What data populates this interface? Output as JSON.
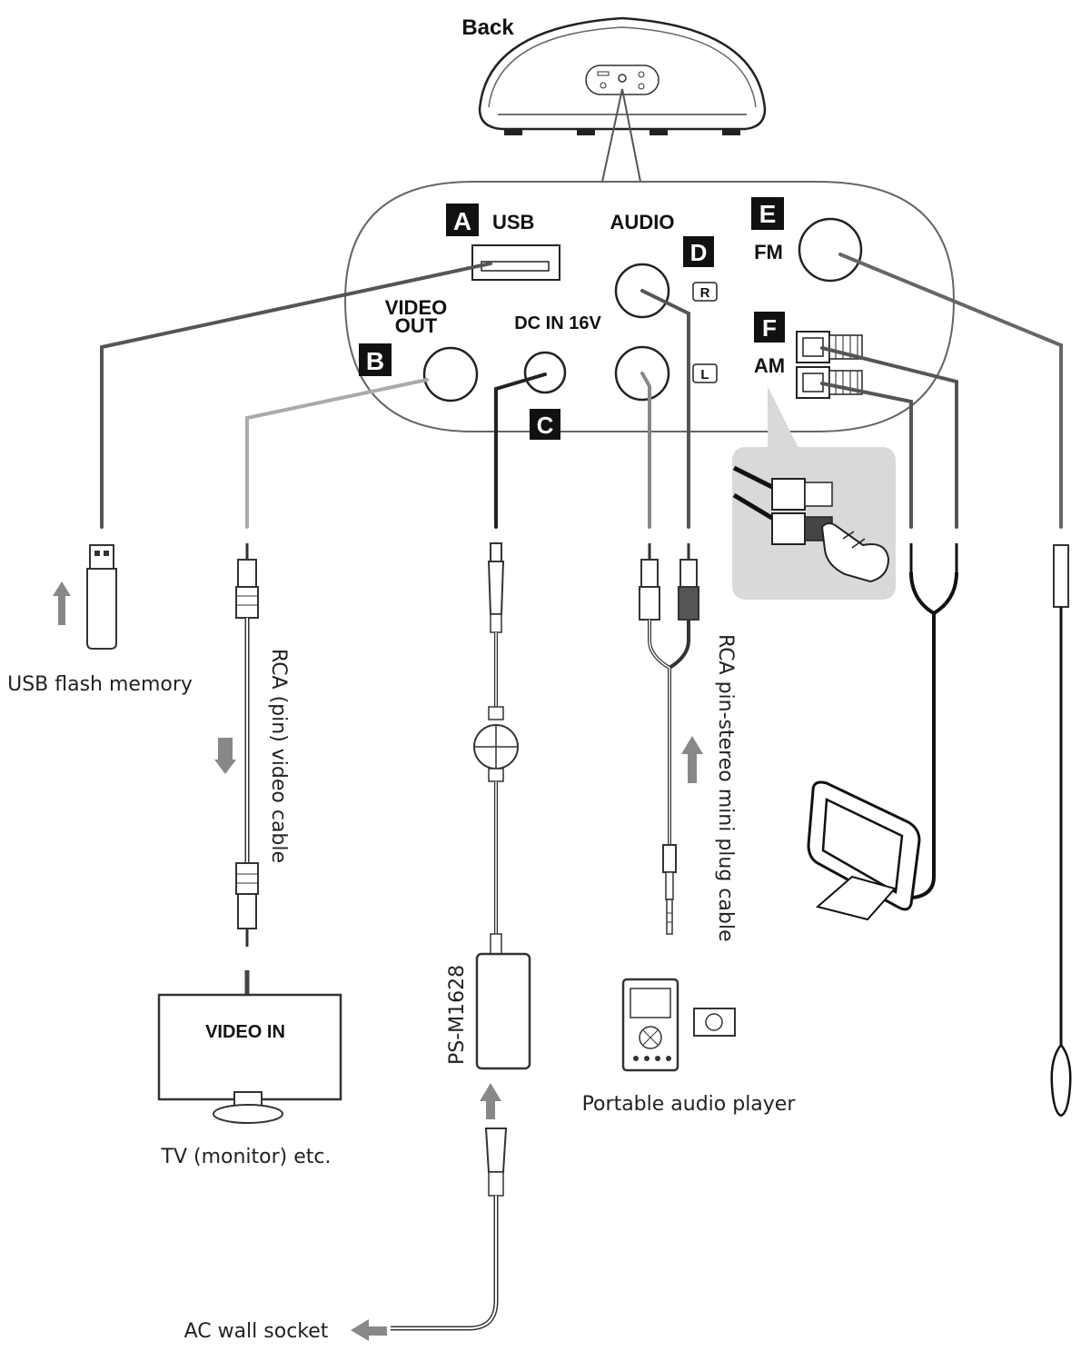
{
  "header": {
    "back_label": "Back"
  },
  "panel": {
    "usb": {
      "letter": "A",
      "label": "USB"
    },
    "video_out": {
      "letter": "B",
      "label_line1": "VIDEO",
      "label_line2": "OUT"
    },
    "dc_in": {
      "letter": "C",
      "label": "DC IN 16V"
    },
    "audio": {
      "letter": "D",
      "label": "AUDIO",
      "right": "R",
      "left": "L"
    },
    "fm": {
      "letter": "E",
      "label": "FM"
    },
    "am": {
      "letter": "F",
      "label": "AM"
    }
  },
  "devices": {
    "usb_memory": "USB flash memory",
    "video_cable": "RCA (pin) video cable",
    "tv_input": "VIDEO IN",
    "tv": "TV (monitor) etc.",
    "adapter_model": "PS-M1628",
    "audio_cable": "RCA pin-stereo mini plug cable",
    "audio_player": "Portable audio player",
    "wall_socket": "AC wall socket"
  },
  "colors": {
    "cable_dark": "#555555",
    "cable_light": "#aaaaaa",
    "arrow": "#888888",
    "badge": "#111111",
    "inset_bg": "#d9d9d9"
  }
}
